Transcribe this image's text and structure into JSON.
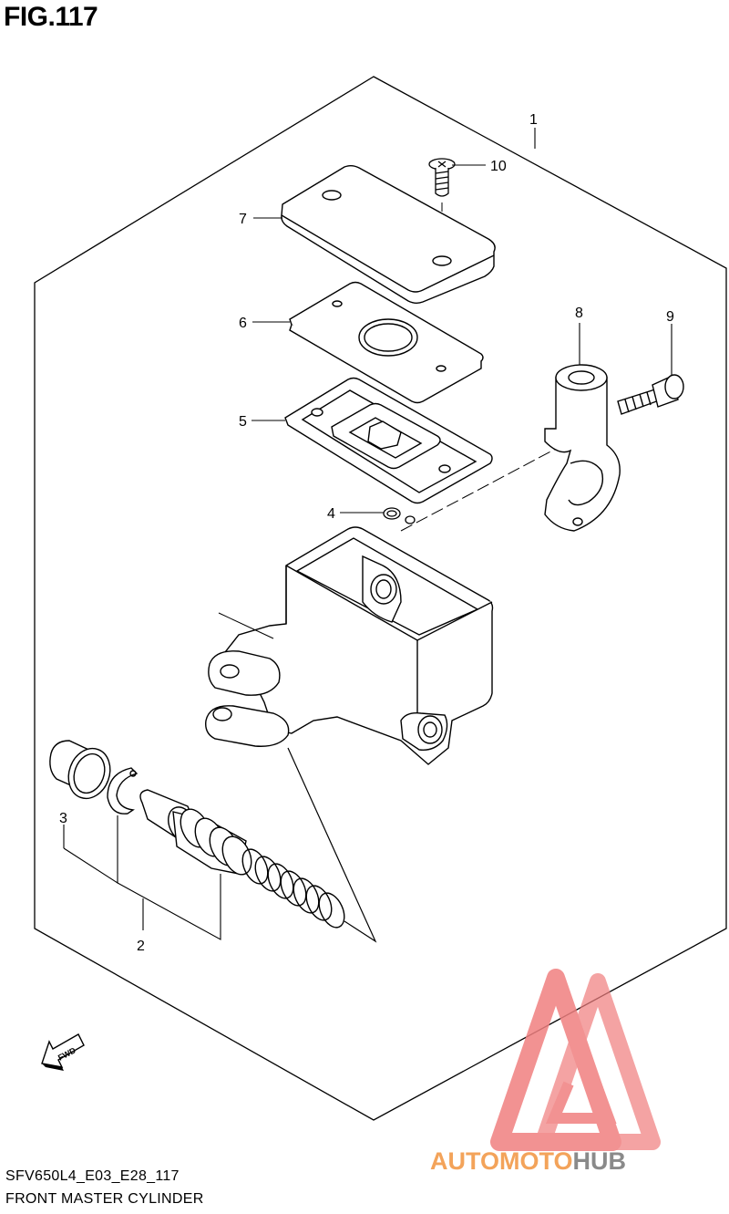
{
  "figure": {
    "title": "FIG.117"
  },
  "callouts": [
    {
      "id": "1",
      "part": "master-cylinder-assembly"
    },
    {
      "id": "2",
      "part": "piston-set"
    },
    {
      "id": "3",
      "part": "boot"
    },
    {
      "id": "4",
      "part": "retainer-clip"
    },
    {
      "id": "5",
      "part": "reservoir-plate"
    },
    {
      "id": "6",
      "part": "diaphragm"
    },
    {
      "id": "7",
      "part": "reservoir-cap"
    },
    {
      "id": "8",
      "part": "holder-clamp"
    },
    {
      "id": "9",
      "part": "clamp-bolt"
    },
    {
      "id": "10",
      "part": "cap-screw"
    }
  ],
  "fwd_label": "FWD",
  "footer": {
    "code": "SFV650L4_E03_E28_117",
    "name": "FRONT MASTER CYLINDER"
  },
  "watermark": {
    "part1": "AUTOMOTO",
    "part2": "HUB",
    "color1": "#f3a35a",
    "color2": "#8a8a8a",
    "triangle_color": "#f08080"
  }
}
